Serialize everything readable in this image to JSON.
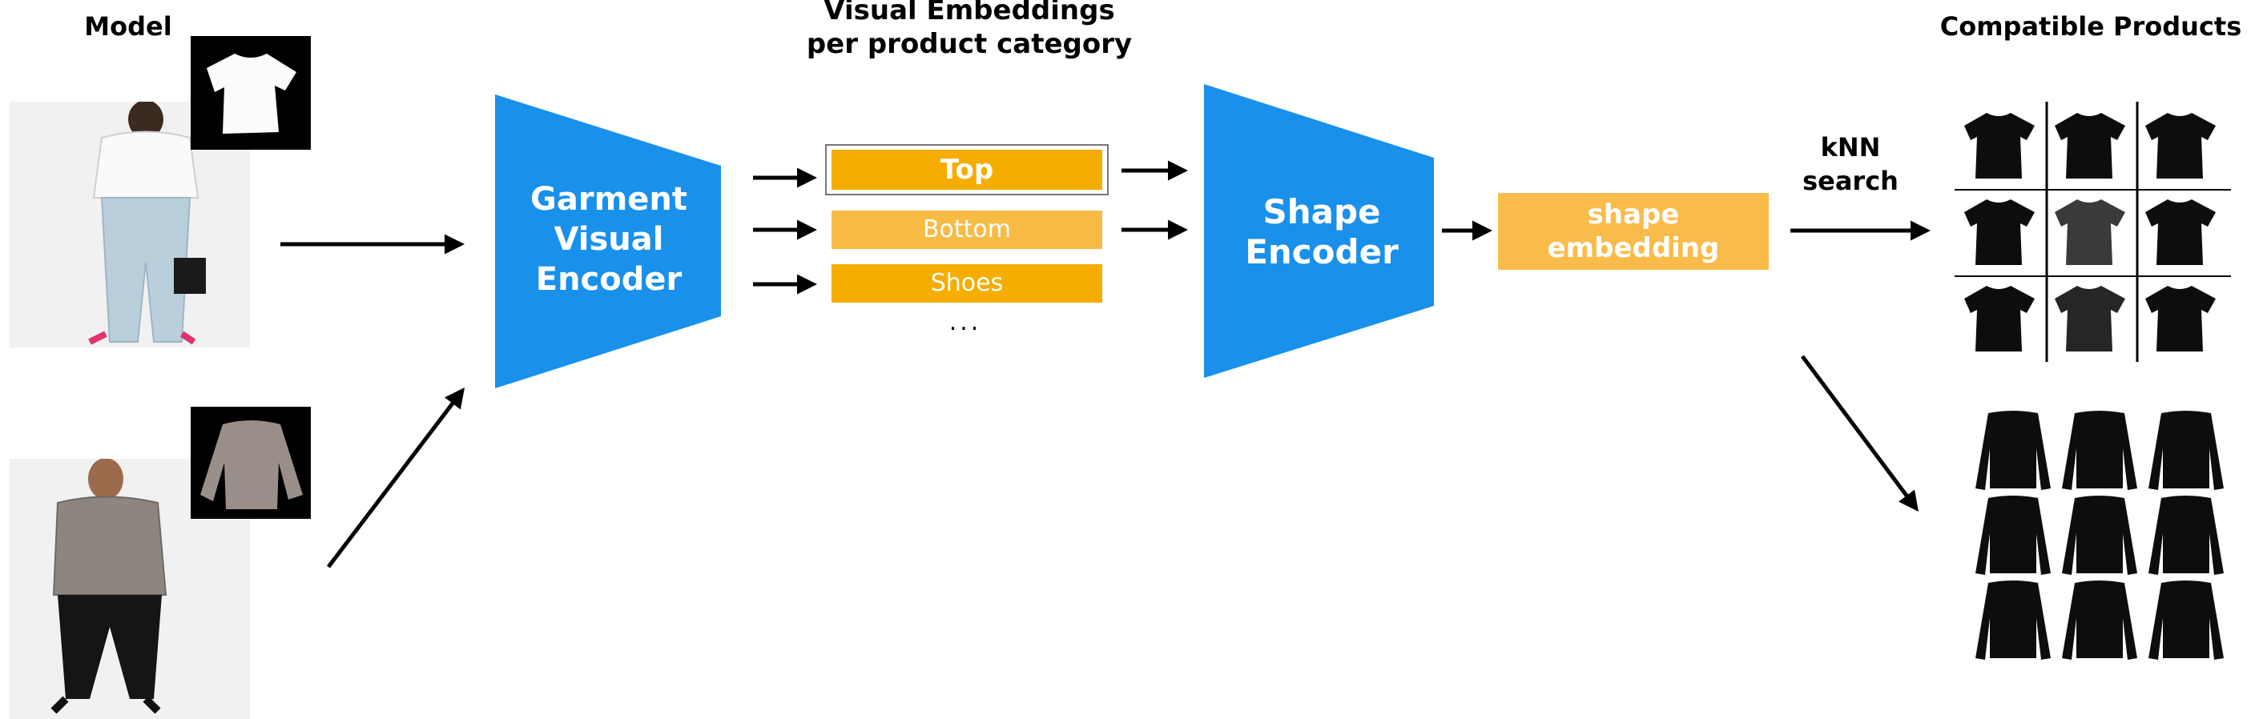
{
  "labels": {
    "model": "Model",
    "visual_embeddings_line1": "Visual Embeddings",
    "visual_embeddings_line2": "per product category",
    "compatible_products": "Compatible Products",
    "knn_line1": "kNN",
    "knn_line2": "search"
  },
  "encoders": {
    "garment_line1": "Garment",
    "garment_line2": "Visual",
    "garment_line3": "Encoder",
    "shape_line1": "Shape",
    "shape_line2": "Encoder"
  },
  "embeddings": {
    "top": "Top",
    "bottom": "Bottom",
    "shoes": "Shoes",
    "ellipsis": "...",
    "shape_line1": "shape",
    "shape_line2": "embedding"
  },
  "colors": {
    "encoder_blue": "#1990ea",
    "embedding_dark": "#f5ad00",
    "embedding_light": "#f8bb44",
    "shape_embedding": "#f9bc4a"
  },
  "icons": [
    "arrow",
    "t-shirt-thumbnail",
    "sweater-thumbnail",
    "model-photo",
    "product-grid"
  ]
}
